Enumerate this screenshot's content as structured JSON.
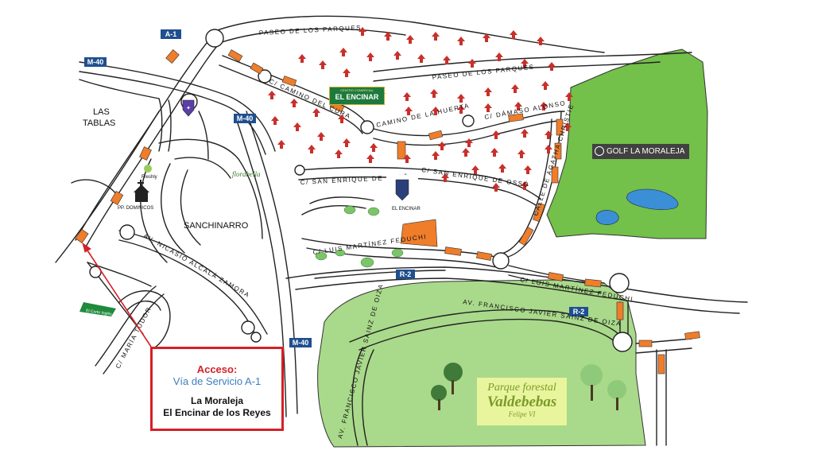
{
  "roads": {
    "a1": "A-1",
    "m40_top": "M-40",
    "m40_mid": "M-40",
    "m40_bottom": "M-40",
    "r2_left": "R-2",
    "r2_right": "R-2"
  },
  "streets": {
    "paseo_parques_1": "PASEO DE LOS PARQUES",
    "paseo_parques_2": "PASEO DE LOS PARQUES",
    "camino_cura": "C/ CAMINO DEL CURA",
    "camino_huerta": "CAMINO DE LA HUERTA",
    "damaso_alonso": "C/ DÁMASO ALONSO",
    "agatha_christie": "CALLE DE AGATHA CHRISTIE",
    "san_enrique_1": "C/ SAN ENRIQUE DE OSSÓ",
    "san_enrique_2": "C/ SAN ENRIQUE DE OSSÓ",
    "luis_feduchi_1": "C/ LUIS MARTÍNEZ FEDUCHI",
    "luis_feduchi_2": "C/ LUIS MARTÍNEZ FEDUCHI",
    "nicasio": "AV. NICASIO ALCALÁ ZAMORA",
    "maria_tudor": "C/ MARÍA TUDOR",
    "sainz_oiza_1": "AV. FRANCISCO JAVIER SAINZ DE OIZA",
    "sainz_oiza_2": "AV. FRANCISCO JAVIER SAINZ DE OIZA"
  },
  "districts": {
    "las_tablas_1": "LAS",
    "las_tablas_2": "TABLAS",
    "sanchinarro": "SANCHINARRO"
  },
  "pois": {
    "pp_dominicos": "PP. DOMINICOS",
    "florabella": "florabella",
    "el_encinar_small": "EL ENCINAR",
    "cc_small": "CENTRO COMERCIAL",
    "cc_big": "EL ENCINAR",
    "golf": "GOLF LA MORALEJA",
    "corte_ingles": "El Corte Inglés",
    "freshly": "Freshly"
  },
  "park": {
    "line1": "Parque forestal",
    "line2": "Valdebebas",
    "line3": "Felipe VI"
  },
  "access": {
    "title": "Acceso:",
    "subtitle": "Vía de Servicio A-1",
    "dest1": "La Moraleja",
    "dest2": "El Encinar de los Reyes"
  },
  "colors": {
    "route": "#ef7d2a",
    "park_green": "#a9d98a",
    "golf_green": "#73c04a",
    "water": "#3a8fd6",
    "road_tag": "#1f4f8f",
    "tree_red": "#c8302c",
    "access_red": "#d42027",
    "access_blue": "#3d7fbf"
  }
}
